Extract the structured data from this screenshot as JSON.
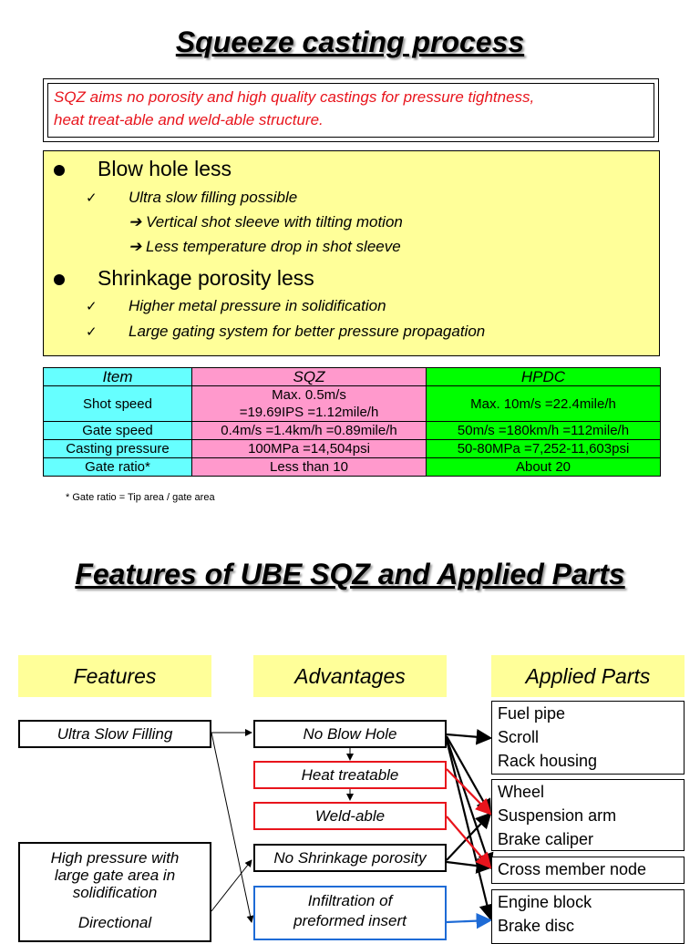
{
  "titles": {
    "main": "Squeeze casting process",
    "features": "Features of UBE SQZ and Applied Parts"
  },
  "intro": {
    "line1": "SQZ aims no porosity and high quality castings for pressure tightness,",
    "line2": "heat treat-able and weld-able structure."
  },
  "bullets": [
    {
      "title": "Blow hole less",
      "check": "Ultra slow filling possible",
      "arrows": [
        "Vertical shot sleeve with tilting motion",
        "Less temperature drop in shot sleeve"
      ]
    },
    {
      "title": "Shrinkage porosity less",
      "checks": [
        "Higher metal pressure in solidification",
        "Large gating system for better pressure propagation"
      ]
    }
  ],
  "glyphs": {
    "check": "✓",
    "arrow": "➔"
  },
  "table": {
    "headers": [
      "Item",
      "SQZ",
      "HPDC"
    ],
    "rows": [
      {
        "item": "Shot speed",
        "sqz1": "Max. 0.5m/s",
        "sqz2": "=19.69IPS =1.12mile/h",
        "hpdc": "Max. 10m/s =22.4mile/h"
      },
      {
        "item": "Gate speed",
        "sqz": "0.4m/s =1.4km/h =0.89mile/h",
        "hpdc": "50m/s =180km/h =112mile/h"
      },
      {
        "item": "Casting pressure",
        "sqz": "100MPa =14,504psi",
        "hpdc": "50-80MPa =7,252-11,603psi"
      },
      {
        "item": "Gate ratio*",
        "sqz": "Less than 10",
        "hpdc": "About 20"
      }
    ],
    "note": "* Gate ratio = Tip area / gate area"
  },
  "diagram": {
    "columns": [
      "Features",
      "Advantages",
      "Applied Parts"
    ],
    "features": {
      "ultra": "Ultra Slow Filling",
      "high1": "High pressure with",
      "high2": "large gate area in",
      "high3": "solidification",
      "high4": "Directional"
    },
    "advantages": {
      "blow": "No Blow Hole",
      "heat": "Heat treatable",
      "weld": "Weld-able",
      "shrink": "No Shrinkage porosity",
      "infil1": "Infiltration of",
      "infil2": "preformed insert"
    },
    "parts": [
      [
        "Fuel pipe",
        "Scroll",
        "Rack housing"
      ],
      [
        "Wheel",
        "Suspension arm",
        "Brake caliper"
      ],
      [
        "Cross member node"
      ],
      [
        "Engine block",
        "Brake disc"
      ]
    ]
  },
  "colors": {
    "red_text": "#e8141c",
    "yellow": "#ffff99",
    "cyan": "#66ffff",
    "pink": "#ff99cc",
    "green": "#00ff00",
    "blue_border": "#1e6bd6"
  }
}
